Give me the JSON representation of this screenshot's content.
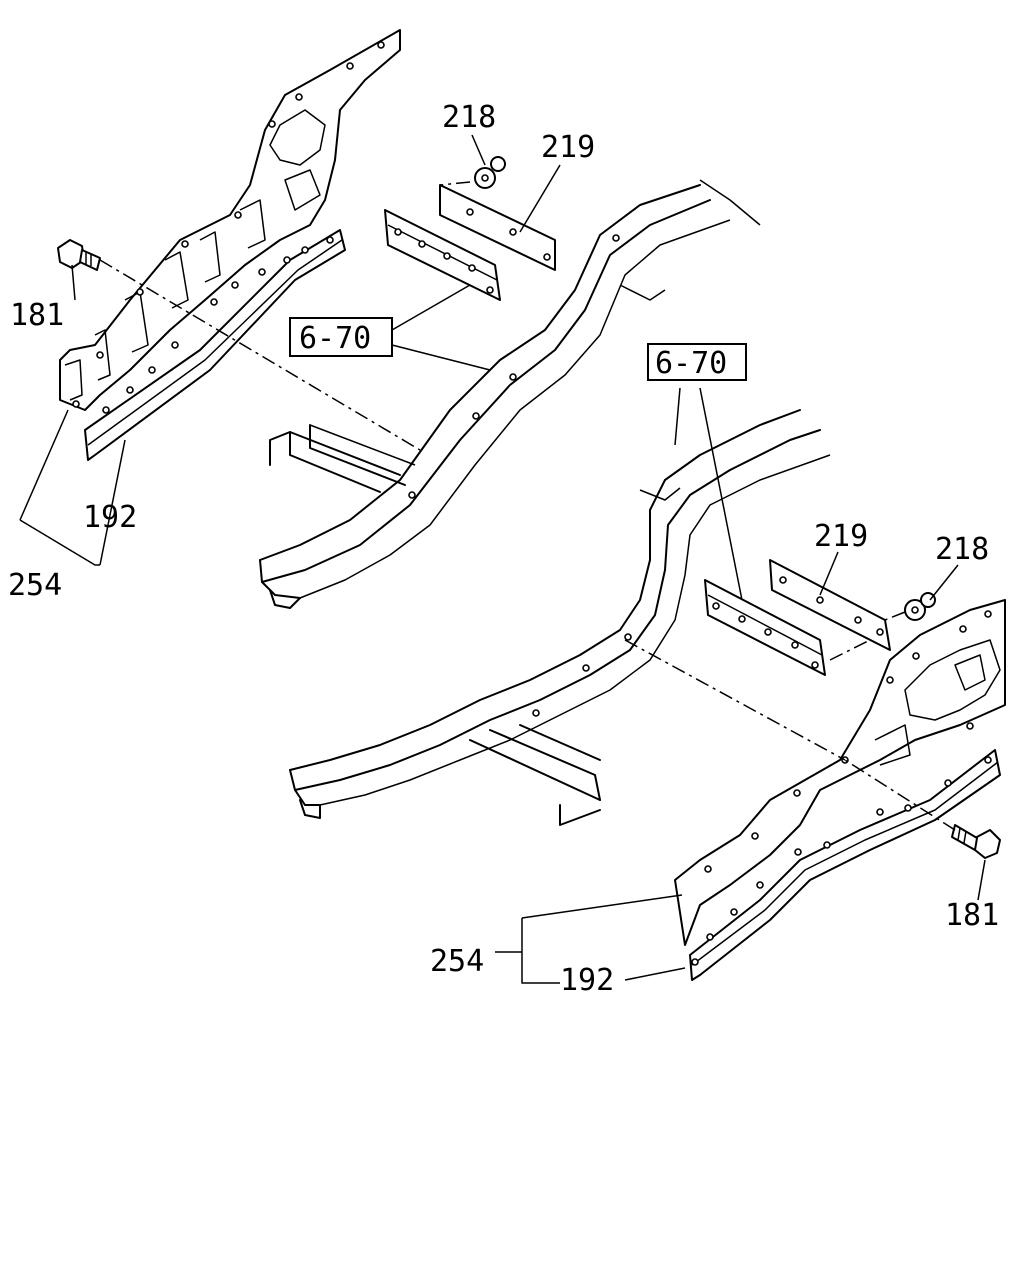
{
  "callouts": {
    "left_218": "218",
    "left_219": "219",
    "left_181": "181",
    "left_6_70": "6-70",
    "left_192": "192",
    "left_254": "254",
    "right_6_70": "6-70",
    "right_219": "219",
    "right_218": "218",
    "right_181": "181",
    "right_254": "254",
    "right_192": "192"
  }
}
